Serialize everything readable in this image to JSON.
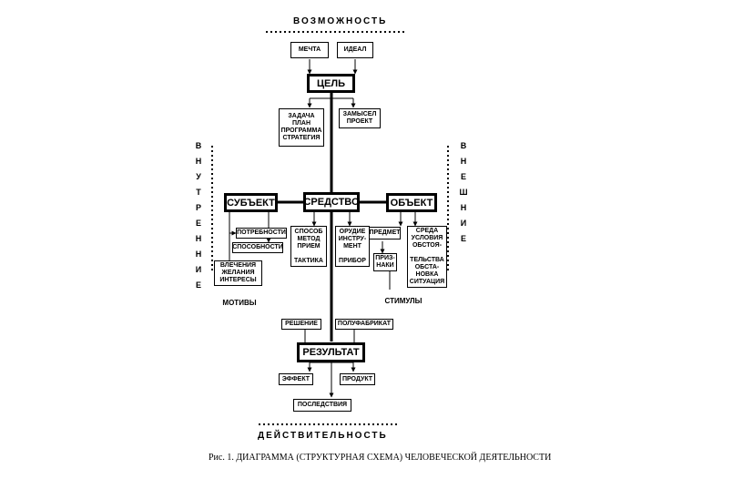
{
  "top_label": "ВОЗМОЖНОСТЬ",
  "bottom_label": "ДЕЙСТВИТЕЛЬНОСТЬ",
  "left_side_label": [
    "В",
    "Н",
    "У",
    "Т",
    "Р",
    "Е",
    "Н",
    "Н",
    "И",
    "Е"
  ],
  "right_side_label": [
    "В",
    "Н",
    "Е",
    "Ш",
    "Н",
    "И",
    "Е"
  ],
  "boxes": {
    "mechta": "МЕЧТА",
    "ideal": "ИДЕАЛ",
    "tsel": "ЦЕЛЬ",
    "zadacha": "ЗАДАЧА\nПЛАН\nПРОГРАММА\nСТРАТЕГИЯ",
    "zamysel": "ЗАМЫСЕЛ\nПРОЕКТ",
    "subject": "СУБЪЕКТ",
    "sredstvo": "СРЕДСТВО",
    "object": "ОБЪЕКТ",
    "potrebnosti": "ПОТРЕБНОСТИ",
    "sposobnosti": "СПОСОБНОСТИ",
    "vlecheniya": "ВЛЕЧЕНИЯ\nЖЕЛАНИЯ\nИНТЕРЕСЫ",
    "sposob": "СПОСОБ\nМЕТОД\nПРИЕМ\n\nТАКТИКА",
    "orudie": "ОРУДИЕ\nИНСТРУ-\nМЕНТ\n\nПРИБОР",
    "predmet": "ПРЕДМЕТ",
    "priznaki": "ПРИЗ-\nНАКИ",
    "sreda": "СРЕДА\nУСЛОВИЯ\nОБСТОЯ-\n\nТЕЛЬСТВА\nОБСТА-\nНОВКА\nСИТУАЦИЯ",
    "resheniye": "РЕШЕНИЕ",
    "polufabrikat": "ПОЛУФАБРИКАТ",
    "rezultat": "РЕЗУЛЬТАТ",
    "effekt": "ЭФФЕКТ",
    "produkt": "ПРОДУКТ",
    "posledstviya": "ПОСЛЕДСТВИЯ"
  },
  "labels": {
    "motivy": "МОТИВЫ",
    "stimuly": "СТИМУЛЫ"
  },
  "caption": "Рис. 1. ДИАГРАММА (СТРУКТУРНАЯ СХЕМА) ЧЕЛОВЕЧЕСКОЙ ДЕЯТЕЛЬНОСТИ"
}
